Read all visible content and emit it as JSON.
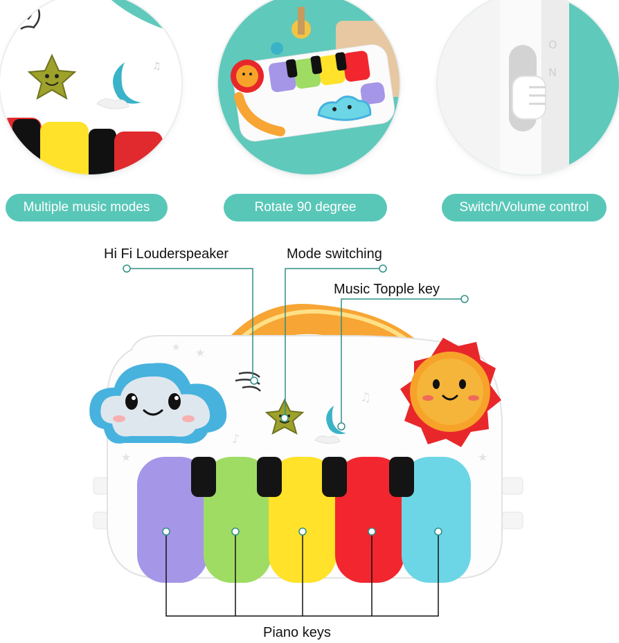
{
  "colors": {
    "teal": "#59c7b8",
    "panel_teal": "#5fc9bb",
    "key_purple": "#a596e8",
    "key_green": "#9fdc63",
    "key_yellow": "#ffe229",
    "key_red": "#f2262e",
    "key_blue": "#6cd6e6",
    "handle_orange": "#f7a534",
    "sun_red": "#e8272b",
    "sun_orange": "#f7a32a",
    "cloud_blue": "#47b2de"
  },
  "features": [
    {
      "label": "Multiple music modes",
      "icon": "star-moon-closeup-icon"
    },
    {
      "label": "Rotate 90 degree",
      "icon": "rotating-piano-icon"
    },
    {
      "label": "Switch/Volume control",
      "icon": "switch-closeup-icon"
    }
  ],
  "callouts": {
    "speaker": "Hi Fi Louderspeaker",
    "mode": "Mode switching",
    "topple": "Music Topple key",
    "piano": "Piano keys"
  },
  "toy": {
    "icons": [
      "cloud-face-icon",
      "sun-face-icon",
      "star-button-icon",
      "moon-button-icon",
      "handle-icon"
    ]
  }
}
